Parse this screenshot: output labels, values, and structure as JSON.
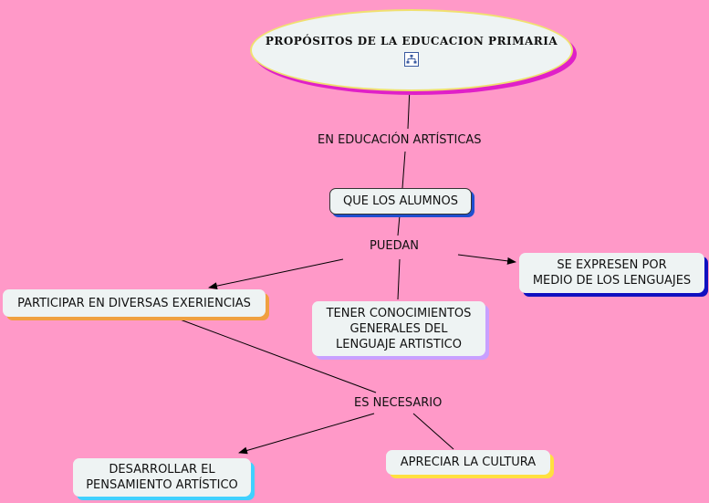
{
  "root": {
    "title": "PROPÓSITOS DE LA EDUCACION PRIMARIA",
    "icon": "hierarchy-icon"
  },
  "links": {
    "l1": "EN EDUCACIÓN ARTÍSTICAS",
    "l2": "PUEDAN",
    "l3": "ES NECESARIO"
  },
  "nodes": {
    "alumnos": "QUE LOS ALUMNOS",
    "participar": "PARTICIPAR EN DIVERSAS EXERIENCIAS",
    "conocimientos_1": "TENER CONOCIMIENTOS",
    "conocimientos_2": "GENERALES DEL",
    "conocimientos_3": "LENGUAJE ARTISTICO",
    "expresen_1": "SE EXPRESEN POR",
    "expresen_2": "MEDIO DE LOS LENGUAJES",
    "desarrollar_1": "DESARROLLAR EL",
    "desarrollar_2": "PENSAMIENTO ARTÍSTICO",
    "apreciar": "APRECIAR LA CULTURA"
  },
  "colors": {
    "background": "#ff99c8",
    "node_fill": "#eef3f3",
    "root_shadow": "#e020c8",
    "root_border": "#f0e070",
    "alumnos_shadow": "#1f4fd0",
    "participar_shadow": "#f0a040",
    "conocimientos_shadow": "#c8a0ff",
    "expresen_shadow": "#1010c0",
    "desarrollar_shadow": "#40d0ff",
    "apreciar_shadow": "#ffe040"
  }
}
